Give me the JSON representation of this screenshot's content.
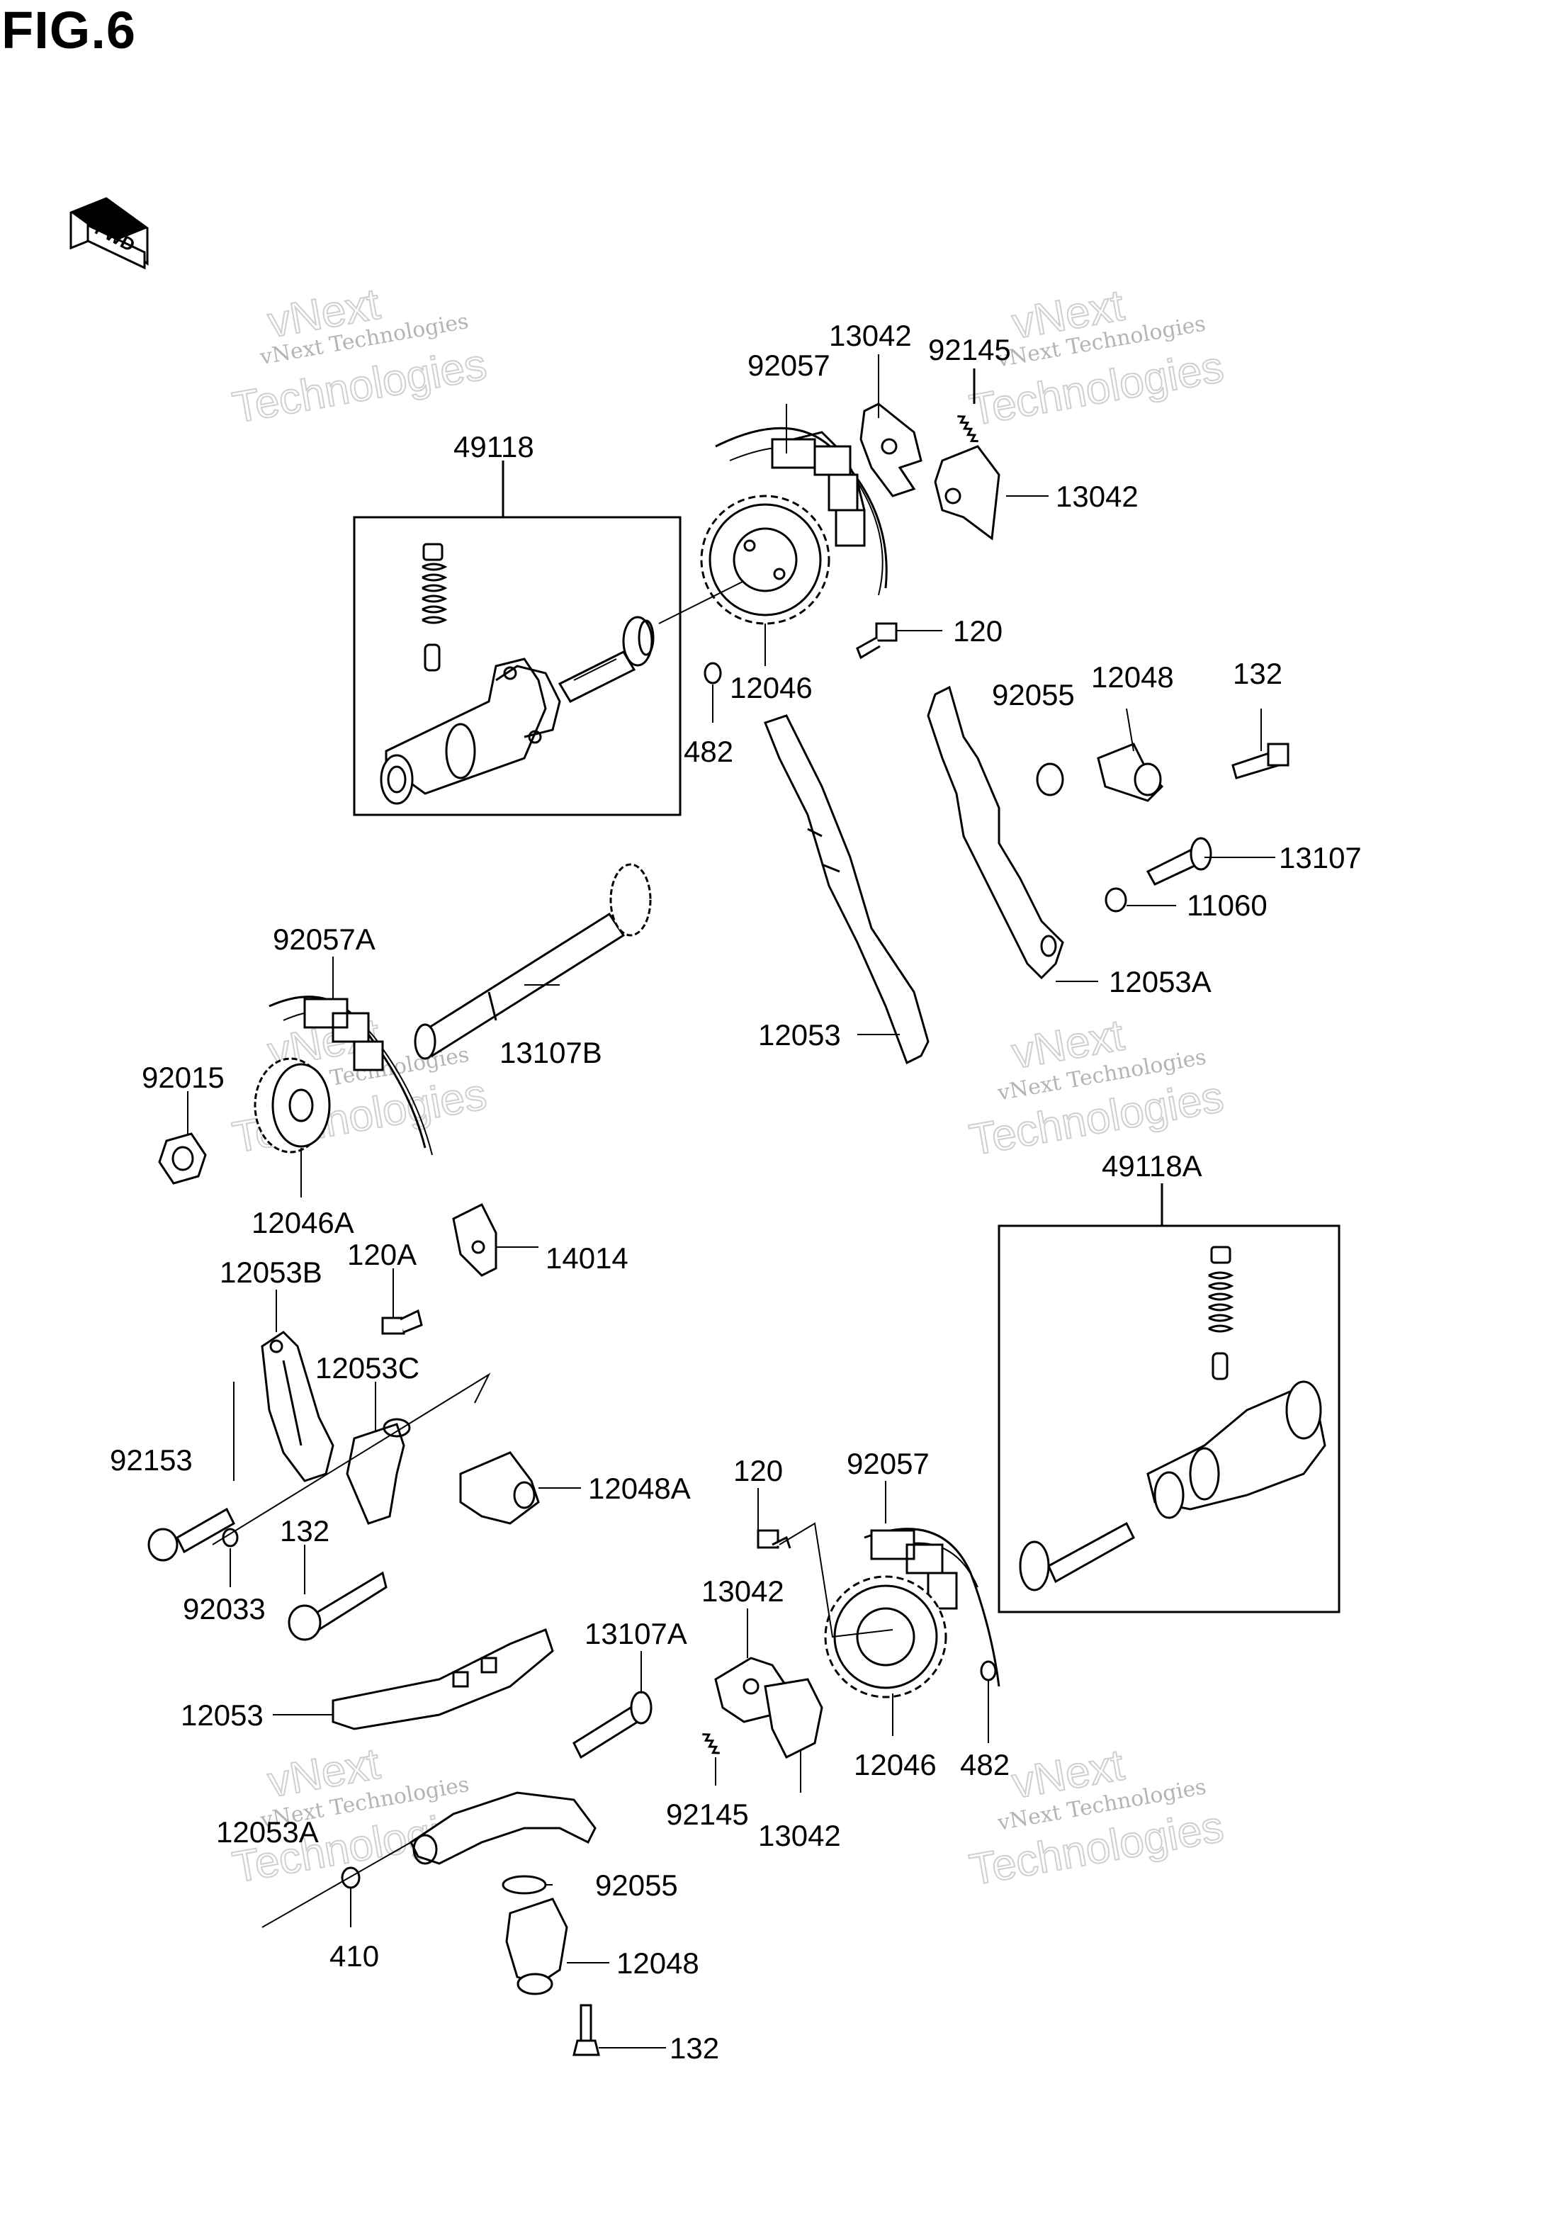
{
  "figure_title": "FIG.6",
  "fwd_label": "FWD",
  "watermark": {
    "line1": "vNext Technologies",
    "line2": "vNext",
    "line3": "Technologies"
  },
  "part_labels": {
    "p49118": "49118",
    "p92057_top": "92057",
    "p13042_top": "13042",
    "p92145_top": "92145",
    "p13042_right": "13042",
    "p120_top": "120",
    "p12046_top": "12046",
    "p482_top": "482",
    "p92055_top": "92055",
    "p12048_top": "12048",
    "p132_top": "132",
    "p13107": "13107",
    "p11060": "11060",
    "p12053A_top": "12053A",
    "p12053_top": "12053",
    "p92057A": "92057A",
    "p13107B": "13107B",
    "p92015": "92015",
    "p12046A": "12046A",
    "p120A": "120A",
    "p14014": "14014",
    "p12053B": "12053B",
    "p12053C": "12053C",
    "p92153": "92153",
    "p12048A": "12048A",
    "p132_mid": "132",
    "p92033": "92033",
    "p49118A": "49118A",
    "p120_bottom": "120",
    "p92057_bottom": "92057",
    "p13042_bottom_top": "13042",
    "p13107A": "13107A",
    "p12053_bottom": "12053",
    "p92145_bottom": "92145",
    "p13042_bottom": "13042",
    "p12046_bottom": "12046",
    "p482_bottom": "482",
    "p12053A_bottom": "12053A",
    "p92055_bottom": "92055",
    "p410": "410",
    "p12048_bottom": "12048",
    "p132_bottom": "132"
  }
}
